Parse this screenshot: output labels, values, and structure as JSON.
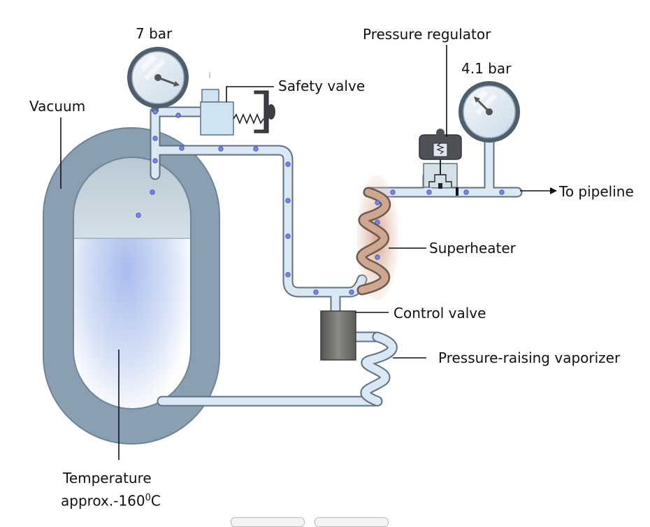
{
  "labels": {
    "gauge_left": "7 bar",
    "gauge_right": "4.1 bar",
    "pressure_regulator": "Pressure regulator",
    "safety_valve": "Safety valve",
    "vacuum": "Vacuum",
    "to_pipeline": "To pipeline",
    "superheater": "Superheater",
    "control_valve": "Control valve",
    "vaporizer": "Pressure-raising vaporizer",
    "temperature_line1": "Temperature",
    "temperature_line2": "approx.-160",
    "temperature_sup": "0",
    "temperature_unit": "C"
  },
  "gauges": {
    "left_reading_bar": 7,
    "right_reading_bar": 4.1
  },
  "colors": {
    "tank_outer": "#8a9fb2",
    "tank_inner_gas": "#c9d6df",
    "liquid": "#bccff0",
    "pipe_fill": "#d9e8f2",
    "pipe_stroke": "#5f7280",
    "bubble": "#7b86e6",
    "superheater_glow": "#c98c70",
    "control_valve": "#6b6b68",
    "regulator": "#4e5257"
  },
  "controls": {
    "buttons": [
      "",
      ""
    ]
  }
}
